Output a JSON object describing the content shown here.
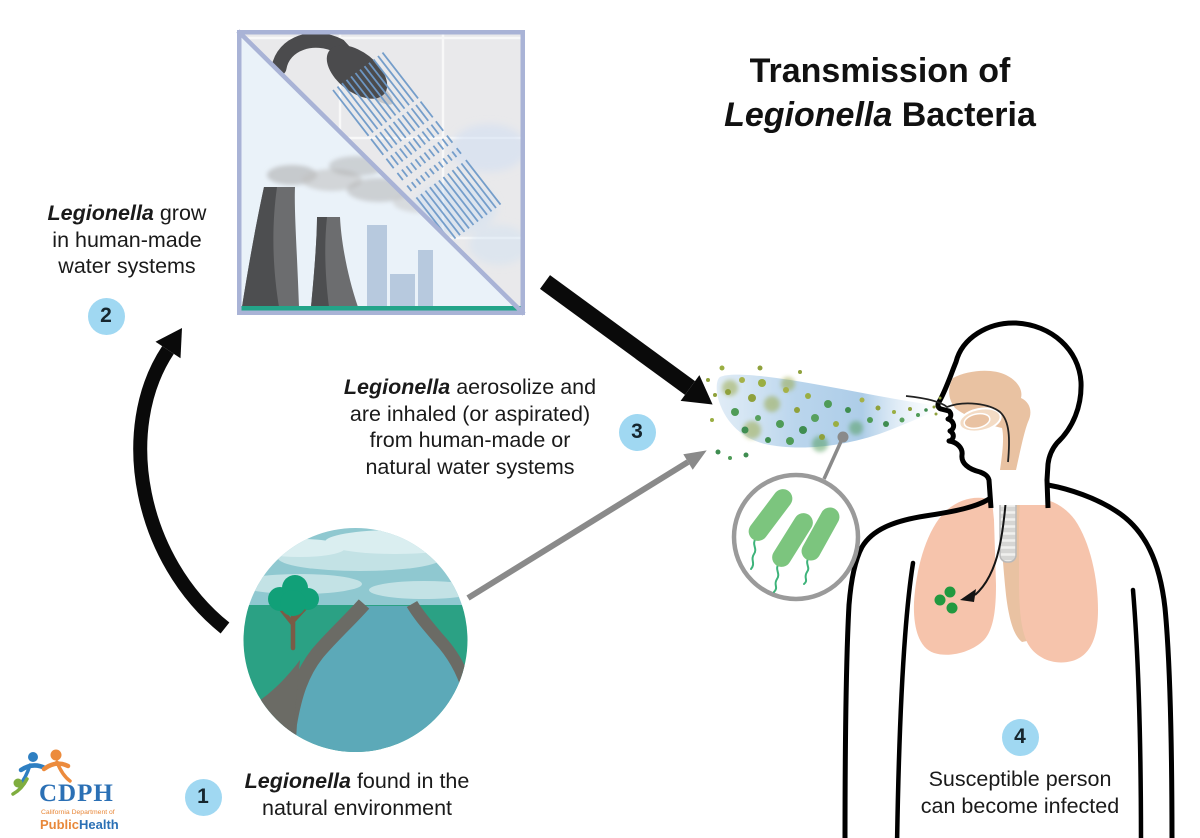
{
  "title": {
    "line1": "Transmission of",
    "line2_italic": "Legionella",
    "line2_rest": " Bacteria"
  },
  "steps": {
    "s1": {
      "badge": "1",
      "line1_italic": "Legionella",
      "line1_rest": " found in the",
      "line2": "natural environment"
    },
    "s2": {
      "badge": "2",
      "line1_italic": "Legionella",
      "line1_rest": " grow",
      "line2": "in human-made",
      "line3": "water systems"
    },
    "s3": {
      "badge": "3",
      "line1_italic": "Legionella",
      "line1_rest": " aerosolize and",
      "line2": "are inhaled (or aspirated)",
      "line3": "from human-made or",
      "line4": "natural water systems"
    },
    "s4": {
      "badge": "4",
      "line1": "Susceptible person",
      "line2": "can become infected"
    }
  },
  "logo": {
    "acronym": "CDPH",
    "subtitle": "California Department of",
    "name_orange": "Public",
    "name_blue": "Health"
  },
  "illustrations": {
    "square_panel": "shower-and-cooling-towers-image",
    "circle_panel": "river-landscape-image",
    "person_panel": "person-profile-with-lungs",
    "magnifier": "legionella-bacteria-magnified",
    "plume": "aerosol-droplet-plume",
    "logo_mark": "cdph-logo"
  },
  "colors": {
    "badge_blue": "#a0d8f2",
    "text_dark": "#1a1a1a",
    "frame_border": "#a9b3d6",
    "ground_green": "#23a489",
    "tower_gray": "#6c6d6f",
    "building_blue": "#b7c9de",
    "river_teal": "#5ca9b8",
    "field_green": "#2ba184",
    "bank_gray": "#6b6b65",
    "sky_teal": "#8fc8d0",
    "lung_peach": "#f6c4ac",
    "airway_peach": "#e9c2a2",
    "bacteria_green": "#7cc57e",
    "infection_green": "#21993f",
    "plume_blue": "#a9cbe8",
    "arrow_black": "#0a0a0a",
    "arrow_gray": "#8a8a8a",
    "logo_blue": "#2b70b5",
    "logo_orange": "#e8883a",
    "logo_green": "#7fad3f"
  }
}
